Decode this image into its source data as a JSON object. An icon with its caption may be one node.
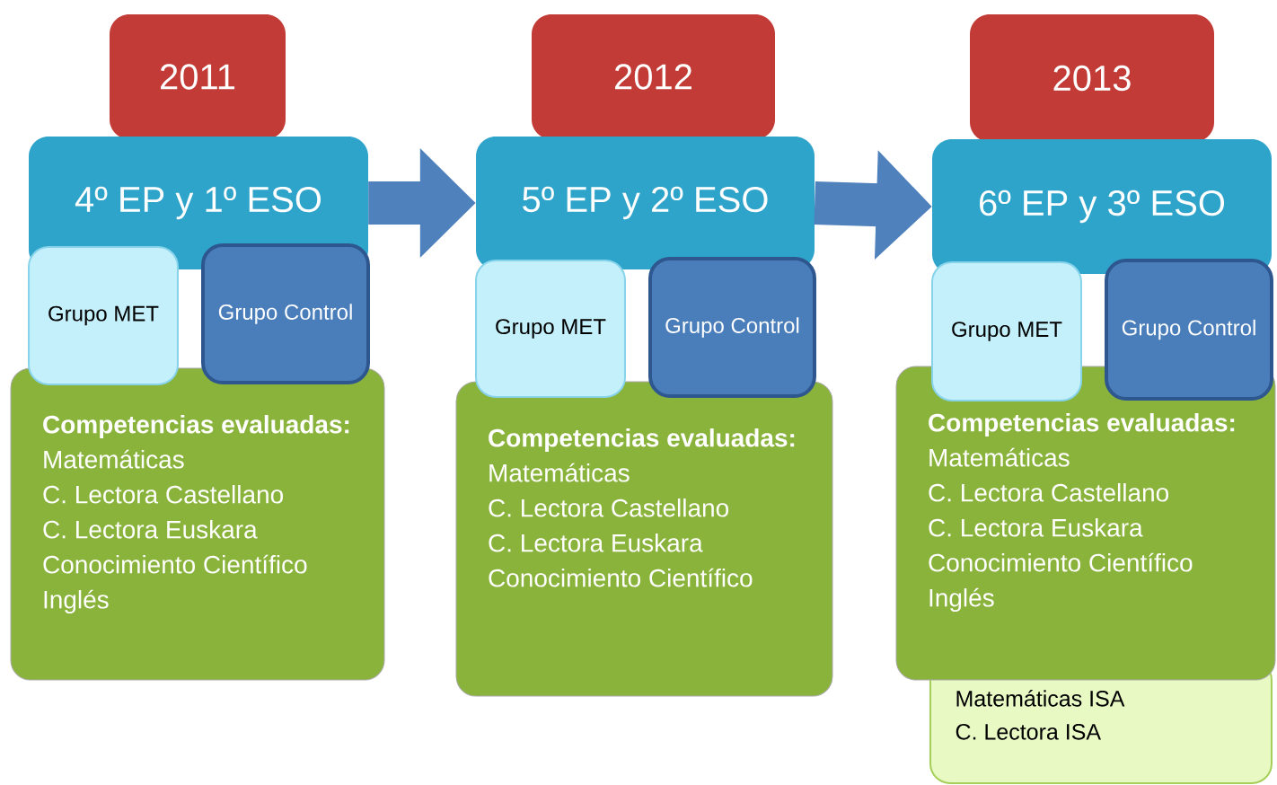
{
  "diagram": {
    "nodes": [
      {
        "text": [
          "2011"
        ]
      },
      {
        "text": [
          "4º EP y 1º ESO"
        ]
      },
      {
        "text": [
          "Grupo MET"
        ]
      },
      {
        "text": [
          "Grupo Control"
        ]
      },
      {
        "text": [
          "Competencias evaluadas:",
          "Matemáticas",
          "C. Lectora Castellano",
          "C. Lectora Euskara",
          "Conocimiento Científico",
          "Inglés"
        ]
      },
      {
        "text": [
          "2012"
        ]
      },
      {
        "text": [
          "5º EP y 2º ESO"
        ]
      },
      {
        "text": [
          "Grupo MET"
        ]
      },
      {
        "text": [
          "Grupo Control"
        ]
      },
      {
        "text": [
          "Competencias evaluadas:",
          "Matemáticas",
          "C. Lectora Castellano",
          "C. Lectora Euskara",
          "Conocimiento Científico"
        ]
      },
      {
        "text": [
          "2013"
        ]
      },
      {
        "text": [
          "6º EP y 3º ESO"
        ]
      },
      {
        "text": [
          "Grupo MET"
        ]
      },
      {
        "text": [
          "Grupo Control"
        ]
      },
      {
        "text": [
          "Competencias evaluadas:",
          "Matemáticas",
          "C. Lectora Castellano",
          "C. Lectora Euskara",
          "Conocimiento Científico",
          "Inglés"
        ]
      },
      {
        "text": [
          "Matemáticas ISA",
          "C. Lectora ISA"
        ]
      }
    ],
    "edges": [
      {
        "from": 1,
        "to": 6,
        "arrow": "to"
      },
      {
        "from": 6,
        "to": 11,
        "arrow": "to"
      }
    ]
  }
}
